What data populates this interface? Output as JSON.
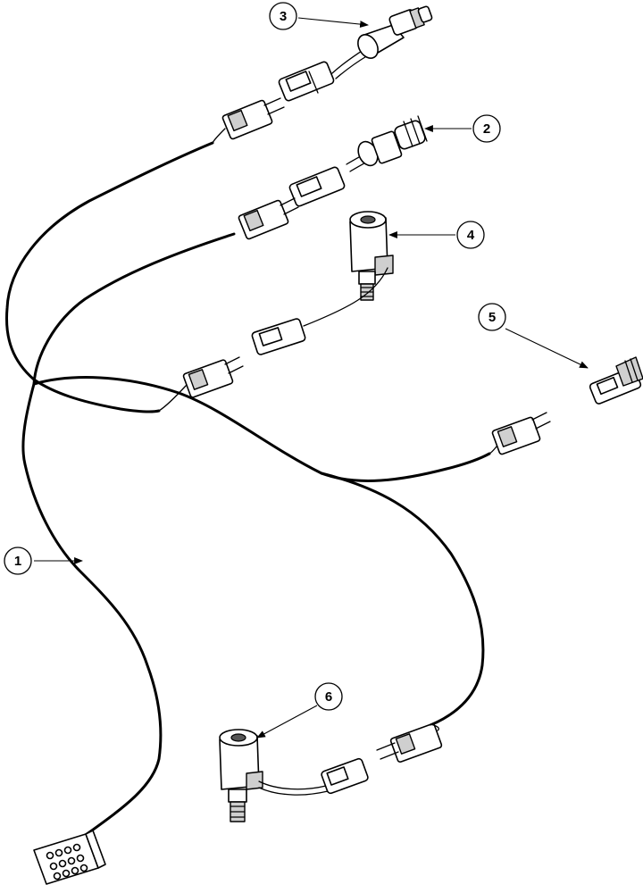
{
  "callouts": [
    {
      "id": "1",
      "label": "1"
    },
    {
      "id": "2",
      "label": "2"
    },
    {
      "id": "3",
      "label": "3"
    },
    {
      "id": "4",
      "label": "4"
    },
    {
      "id": "5",
      "label": "5"
    },
    {
      "id": "6",
      "label": "6"
    }
  ],
  "colors": {
    "line": "#000000",
    "background": "#ffffff",
    "shade": "#cfcfcf"
  }
}
